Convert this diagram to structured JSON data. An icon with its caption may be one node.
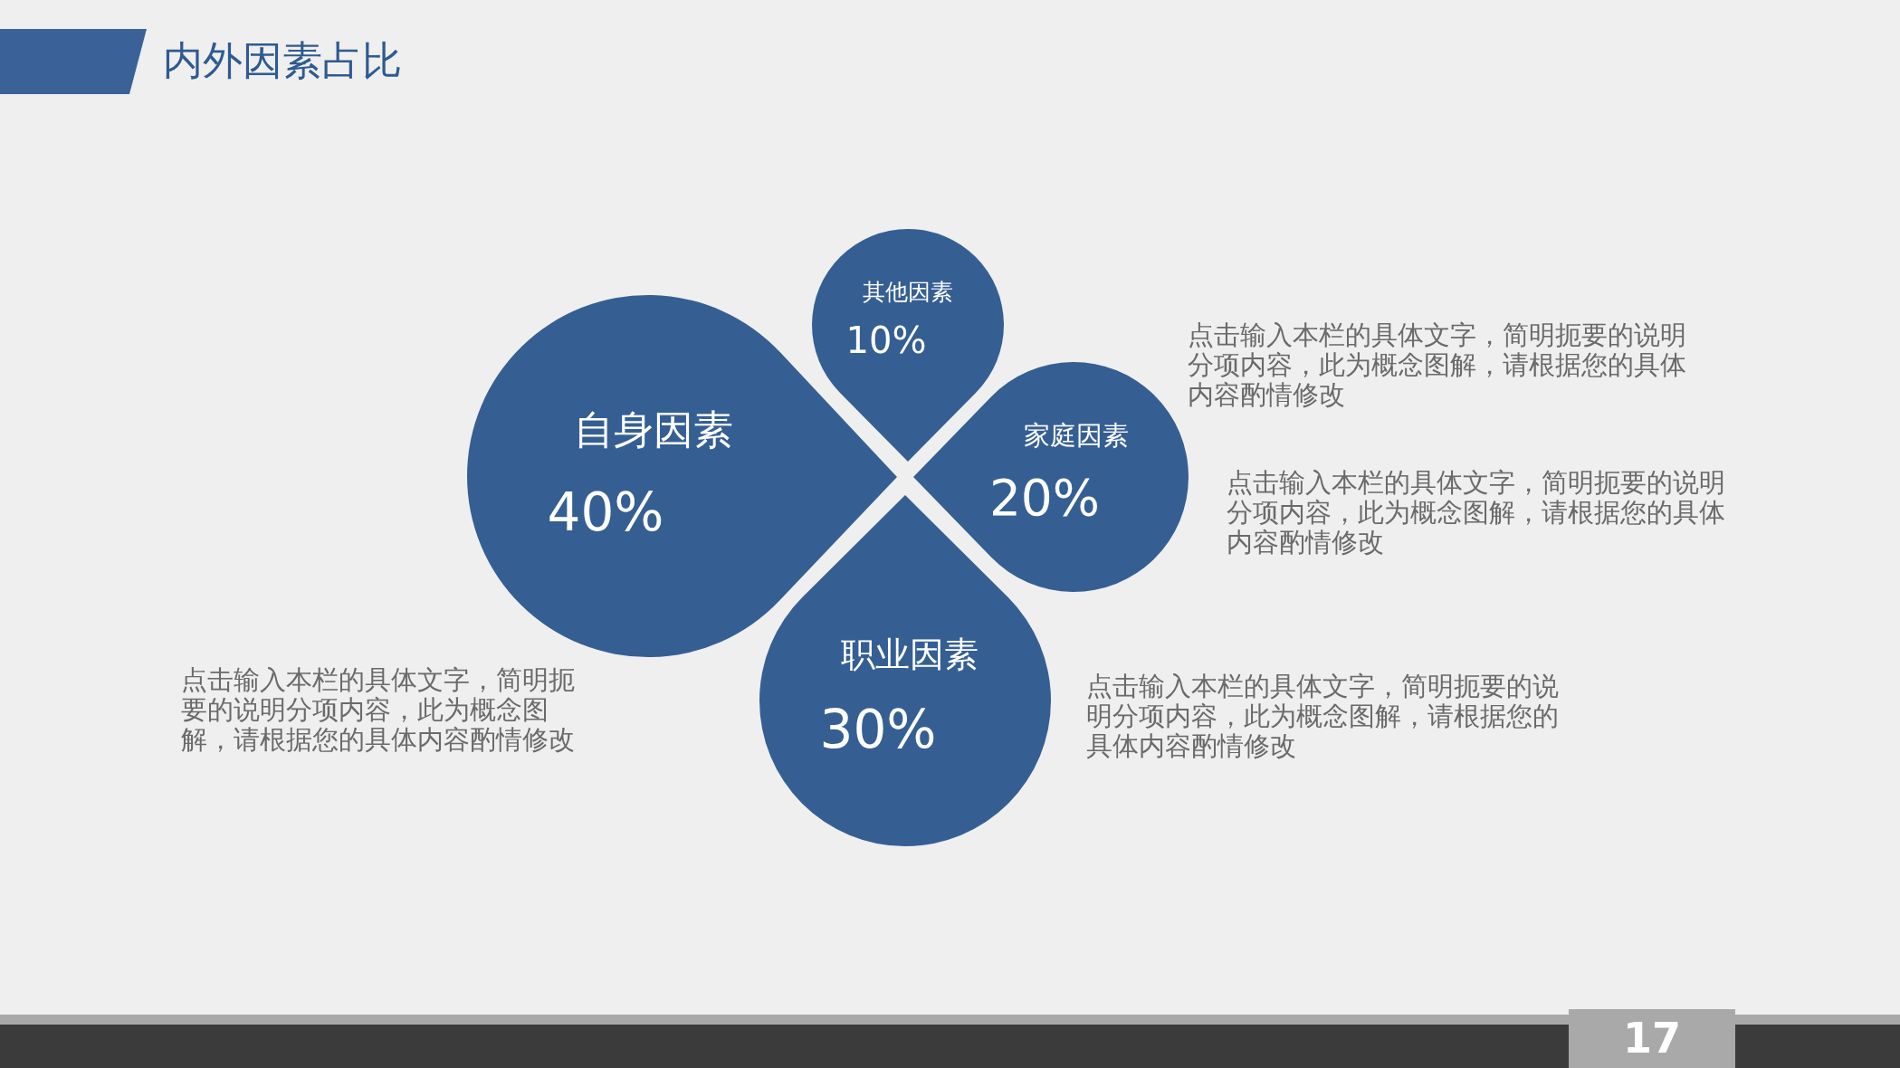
{
  "diagram": {
    "title": "内外因素占比",
    "nodes": [
      {
        "text": [
          "其他因素",
          "10%"
        ]
      },
      {
        "text": [
          "自身因素",
          "40%"
        ]
      },
      {
        "text": [
          "家庭因素",
          "20%"
        ]
      },
      {
        "text": [
          "职业因素",
          "30%"
        ]
      }
    ],
    "labels": [
      "点击输入本栏的具体文字，简明扼要的说明分项内容，此为概念图解，请根据您的具体内容酌情修改",
      "点击输入本栏的具体文字，简明扼要的说明分项内容，此为概念图解，请根据您的具体内容酌情修改",
      "点击输入本栏的具体文字，简明扼要的说明分项内容，此为概念图解，请根据您的具体内容酌情修改",
      "点击输入本栏的具体文字，简明扼要的说明分项内容，此为概念图解，请根据您的具体内容酌情修改",
      "17"
    ]
  }
}
